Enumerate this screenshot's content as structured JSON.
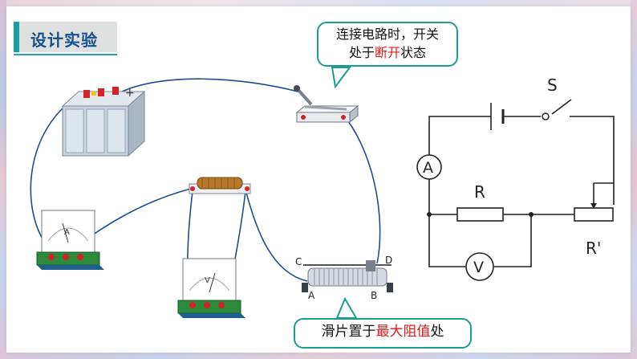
{
  "title": "设计实验",
  "callout_top": {
    "line1": "连接电路时，开关",
    "line2_prefix": "处于",
    "line2_highlight": "断开",
    "line2_suffix": "状态"
  },
  "callout_bottom": {
    "prefix": "滑片置于",
    "highlight": "最大阻值",
    "suffix": "处"
  },
  "schematic": {
    "switch_label": "S",
    "ammeter_label": "A",
    "resistor_label": "R",
    "rheostat_label": "R'",
    "voltmeter_label": "V"
  },
  "apparatus": {
    "battery_plus": "+",
    "ammeter_face": "A",
    "voltmeter_face": "V",
    "rheostat_c": "C",
    "rheostat_d": "D",
    "rheostat_a": "A",
    "rheostat_b": "B"
  },
  "colors": {
    "accent": "#17a1a6",
    "title_text": "#134f8a",
    "wire": "#1f4e8c",
    "highlight": "#e11b1b",
    "callout_border": "#1a9e8e"
  }
}
